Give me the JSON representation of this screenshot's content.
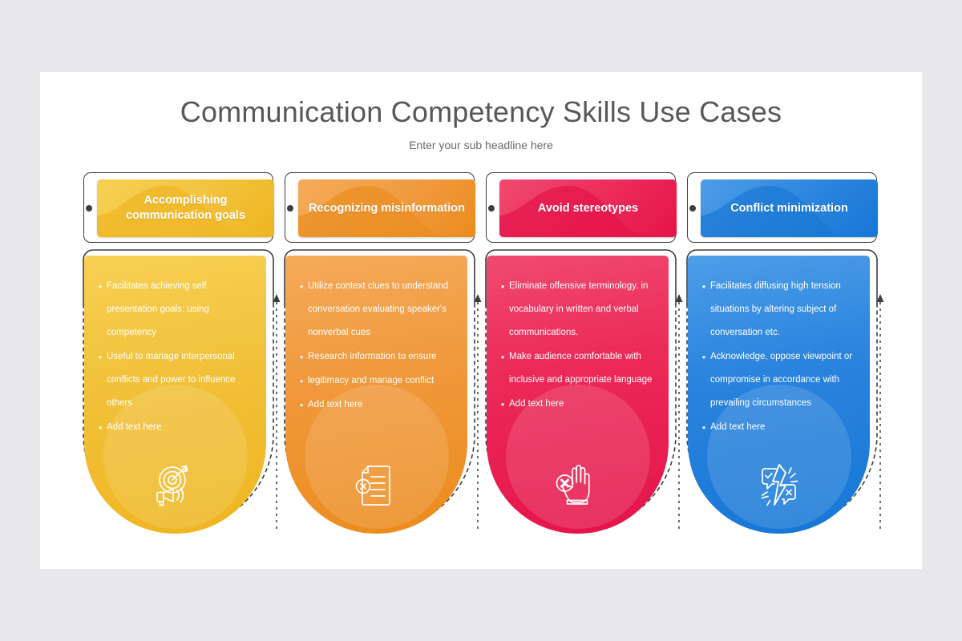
{
  "slide": {
    "title": "Communication Competency Skills Use Cases",
    "subtitle": "Enter your sub headline here",
    "background": "#e8e8ea",
    "canvas": "#ffffff"
  },
  "columns": [
    {
      "header": "Accomplishing communication goals",
      "icon": "target-megaphone-icon",
      "colors": {
        "light": "#f7d154",
        "mid": "#f2c23c",
        "dark": "#eeb51f",
        "wave": "#eeb726"
      },
      "bullets": [
        "Facilitates achieving self presentation goals: using competency",
        "Useful to manage interpersonal conflicts and power to influence others",
        "Add text here"
      ]
    },
    {
      "header": "Recognizing misinformation",
      "icon": "document-reject-icon",
      "colors": {
        "light": "#f5ab5a",
        "mid": "#f09a3e",
        "dark": "#ec8b1c",
        "wave": "#ea8d20"
      },
      "bullets": [
        "Utilize context clues to understand conversation evaluating speaker's nonverbal cues",
        "Research information to ensure",
        "legitimacy and manage conflict",
        "Add text here"
      ]
    },
    {
      "header": "Avoid stereotypes",
      "icon": "stop-hand-reject-icon",
      "colors": {
        "light": "#f04a70",
        "mid": "#ec2a58",
        "dark": "#e4134a",
        "wave": "#e4144b"
      },
      "bullets": [
        "Eliminate offensive terminology. in vocabulary in written and verbal communications.",
        "Make audience comfortable with inclusive and appropriate language",
        "Add text here"
      ]
    },
    {
      "header": "Conflict minimization",
      "icon": "speech-bubbles-conflict-icon",
      "colors": {
        "light": "#4e9ee8",
        "mid": "#2b84de",
        "dark": "#1677d6",
        "wave": "#1b79d4"
      },
      "bullets": [
        "Facilitates diffusing high tension situations by altering subject of conversation etc.",
        "Acknowledge, oppose viewpoint or compromise in accordance with prevailing circumstances",
        "Add text here"
      ]
    }
  ],
  "bullet_marker": "•",
  "outline_color": "#3d3d3f"
}
